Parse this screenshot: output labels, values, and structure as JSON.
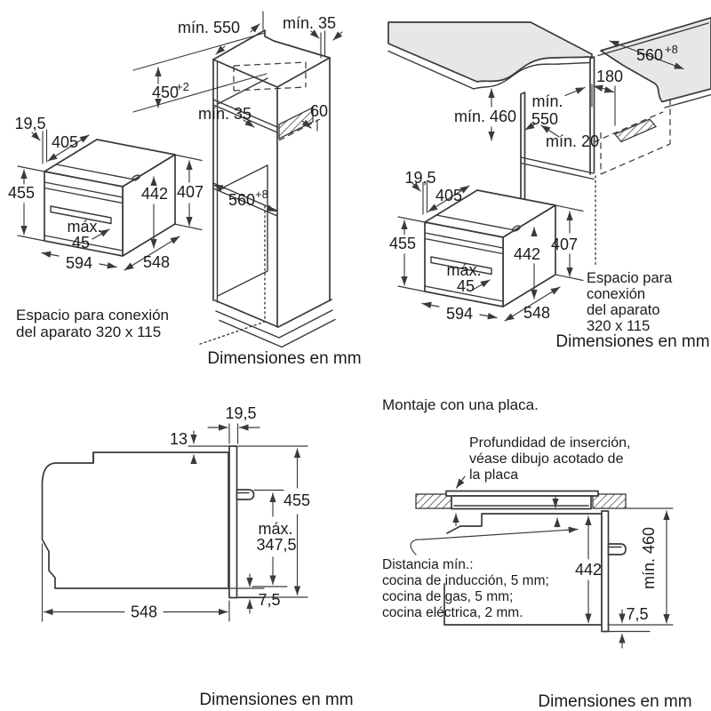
{
  "colors": {
    "line": "#3a3a3a",
    "fill_gray": "#e7e7e7",
    "text": "#1b1b1b"
  },
  "tl": {
    "min550": "mín. 550",
    "min35_top": "mín. 35",
    "h450": "450",
    "h450_sup": "+2",
    "min35_mid": "mín. 35",
    "d60": "60",
    "w560": "560",
    "w560_sup": "+8",
    "oven": {
      "t19_5": "19,5",
      "w405": "405",
      "h455": "455",
      "h442": "442",
      "h407": "407",
      "max_l1": "máx.",
      "max_l2": "45",
      "w594": "594",
      "d548": "548"
    },
    "note_l1": "Espacio para conexión",
    "note_l2": "del aparato 320 x 115",
    "caption": "Dimensiones en mm"
  },
  "tr": {
    "w560": "560",
    "w560_sup": "+8",
    "d180": "180",
    "min460": "mín. 460",
    "min550_l1": "mín.",
    "min550_l2": "550",
    "min20": "mín. 20",
    "oven": {
      "t19_5": "19,5",
      "w405": "405",
      "h455": "455",
      "h442": "442",
      "h407": "407",
      "max_l1": "máx.",
      "max_l2": "45",
      "w594": "594",
      "d548": "548"
    },
    "note_l1": "Espacio para",
    "note_l2": "conexión",
    "note_l3": "del aparato",
    "note_l4": "320 x 115",
    "caption": "Dimensiones en mm"
  },
  "bl": {
    "t19_5": "19,5",
    "t13": "13",
    "h455": "455",
    "max_l1": "máx.",
    "max_l2": "347,5",
    "g7_5": "7,5",
    "w548": "548",
    "caption": "Dimensiones en mm"
  },
  "br": {
    "title": "Montaje con una placa.",
    "callout_depth_l1": "Profundidad de inserción,",
    "callout_depth_l2": "véase dibujo acotado de",
    "callout_depth_l3": "la placa",
    "callout_dist_l1": "Distancia mín.:",
    "callout_dist_l2": "cocina de inducción, 5 mm;",
    "callout_dist_l3": "cocina de gas, 5 mm;",
    "callout_dist_l4": "cocina eléctrica, 2 mm.",
    "h442": "442",
    "min460": "mín. 460",
    "g7_5": "7,5",
    "caption": "Dimensiones en mm"
  }
}
